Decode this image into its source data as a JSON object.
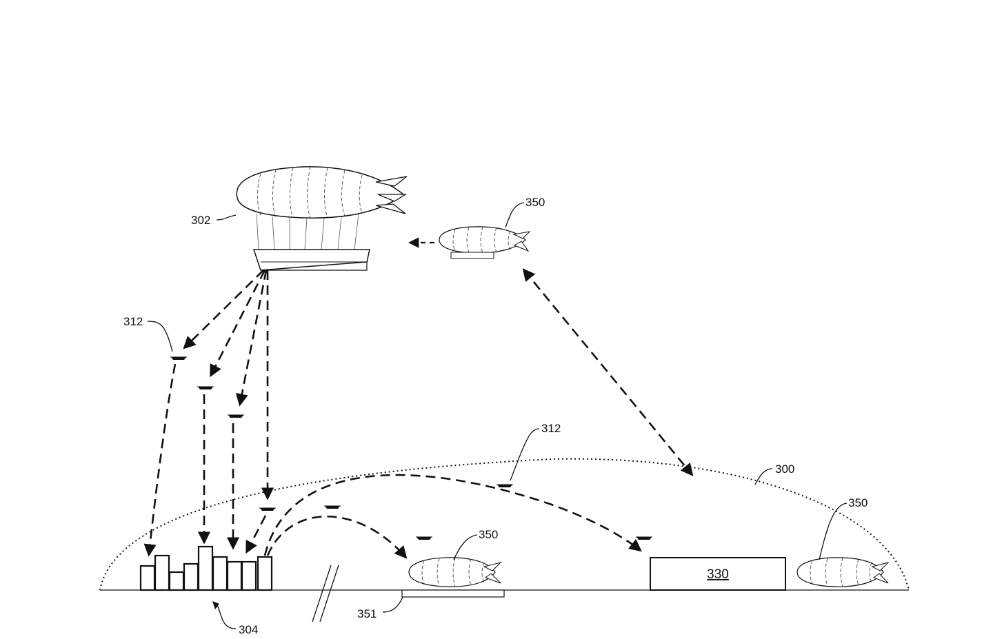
{
  "labels": {
    "airship_main": "302",
    "shuttle_top": "350",
    "uav_left": "312",
    "uav_mid": "312",
    "coverage_area": "300",
    "shuttle_right": "350",
    "shuttle_ground": "350",
    "city": "304",
    "station": "330",
    "landing_pad": "351"
  }
}
